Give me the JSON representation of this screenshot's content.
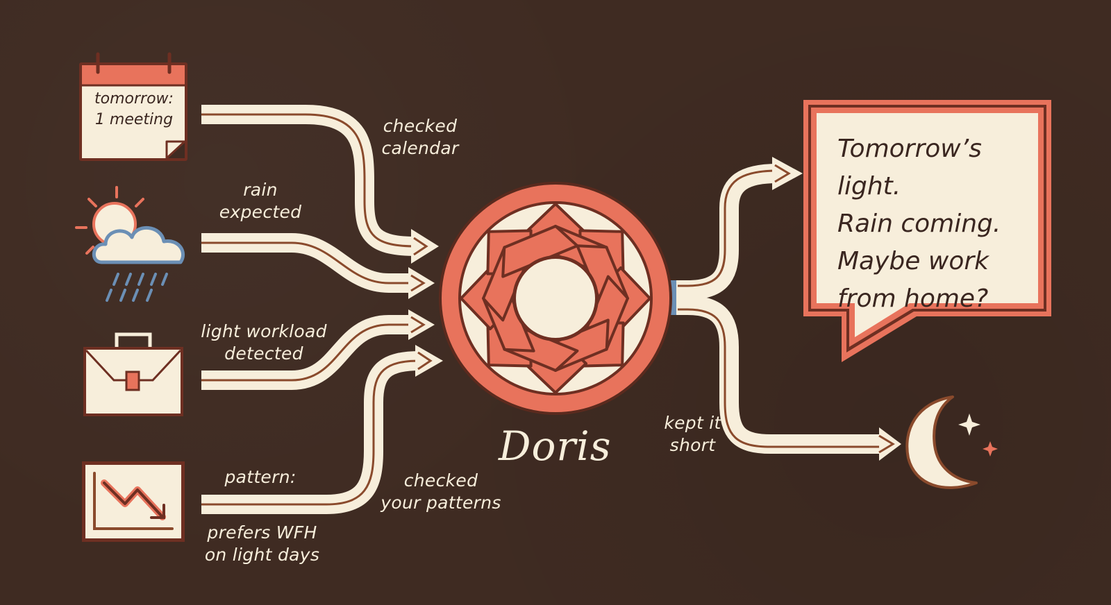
{
  "diagram": {
    "agent_name": "Doris",
    "colors": {
      "background": "#3f2b22",
      "cream": "#f7eedb",
      "coral": "#e8735c",
      "dark_brown": "#6e2f22",
      "blue": "#6b8fb5"
    },
    "inputs": [
      {
        "icon": "calendar-icon",
        "card_text_line1": "tomorrow:",
        "card_text_line2": "1 meeting",
        "arrow_label_line1": "checked",
        "arrow_label_line2": "calendar"
      },
      {
        "icon": "weather-rain-icon",
        "arrow_label_line1": "rain",
        "arrow_label_line2": "expected"
      },
      {
        "icon": "briefcase-icon",
        "arrow_label_line1": "light workload",
        "arrow_label_line2": "detected"
      },
      {
        "icon": "trend-down-chart-icon",
        "arrow_label_line1": "pattern:",
        "below_label_line1": "prefers WFH",
        "below_label_line2": "on light days",
        "side_label_line1": "checked",
        "side_label_line2": "your patterns"
      }
    ],
    "outputs": {
      "message_bubble": {
        "line1": "Tomorrow’s light.",
        "line2": "Rain coming.",
        "line3": "Maybe work",
        "line4": "from home?"
      },
      "night_branch": {
        "icon": "moon-stars-icon",
        "label_line1": "kept it",
        "label_line2": "short"
      }
    }
  }
}
